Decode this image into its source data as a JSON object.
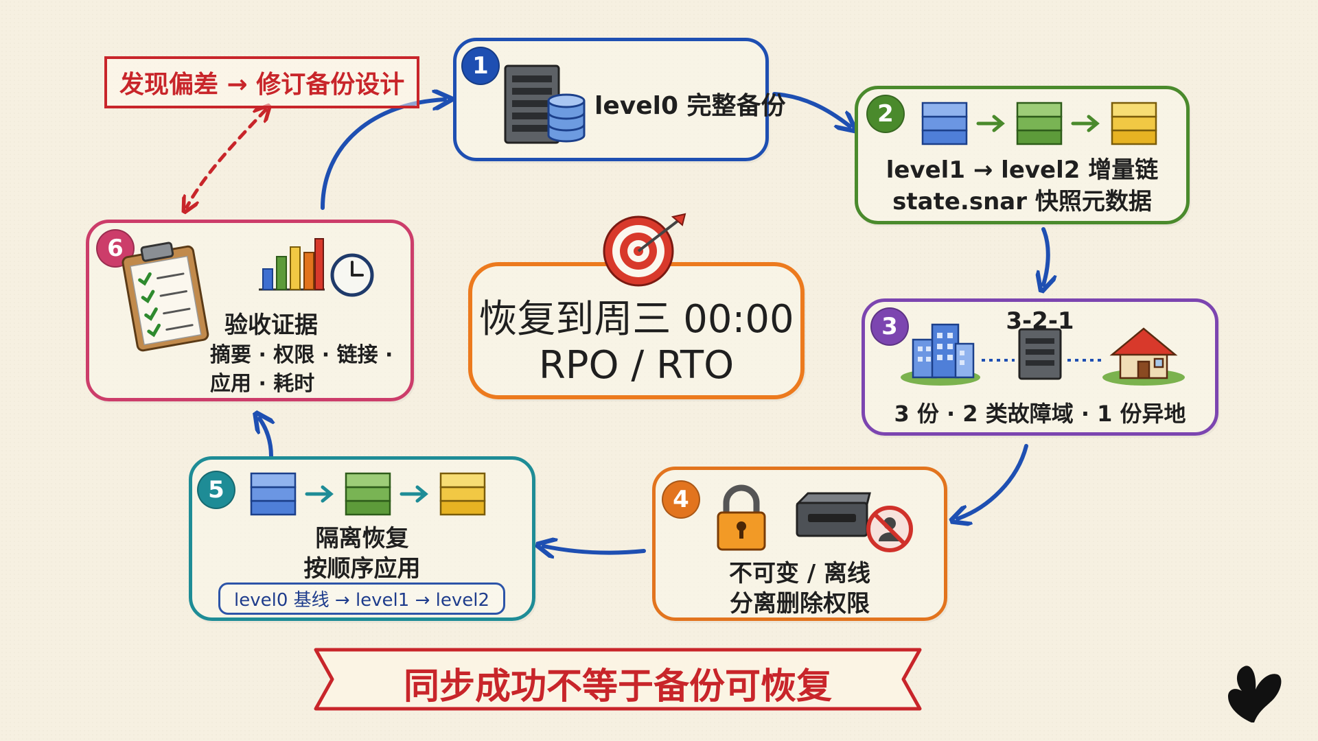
{
  "colors": {
    "blue": "#1e4fb2",
    "green": "#4a8a2c",
    "purple": "#7c45b0",
    "orange": "#e2741e",
    "teal": "#1e8c96",
    "pink": "#cc3d6a",
    "red": "#c8252a",
    "center_orange": "#ec7a1e"
  },
  "note": {
    "text": "发现偏差 → 修订备份设计"
  },
  "center": {
    "line1": "恢复到周三 00:00",
    "line2": "RPO / RTO",
    "icon": "target-icon"
  },
  "steps": [
    {
      "number": "1",
      "label": "level0 完整备份",
      "icons": [
        "server-icon",
        "database-icon"
      ]
    },
    {
      "number": "2",
      "line1": "level1 → level2 增量链",
      "line2": "state.snar 快照元数据",
      "icons": [
        "blue-stack-icon",
        "green-stack-icon",
        "yellow-stack-icon"
      ]
    },
    {
      "number": "3",
      "title": "3-2-1",
      "caption": "3 份 · 2 类故障域 · 1 份异地",
      "icons": [
        "office-building-icon",
        "server-icon",
        "house-icon"
      ]
    },
    {
      "number": "4",
      "line1": "不可变 / 离线",
      "line2": "分离删除权限",
      "icons": [
        "padlock-icon",
        "offline-drive-icon",
        "no-user-icon"
      ]
    },
    {
      "number": "5",
      "line1": "隔离恢复",
      "line2": "按顺序应用",
      "chain": "level0 基线 → level1 → level2",
      "icons": [
        "blue-stack-icon",
        "green-stack-icon",
        "yellow-stack-icon"
      ]
    },
    {
      "number": "6",
      "title": "验收证据",
      "line1": "摘要 · 权限 · 链接 ·",
      "line2": "应用 · 耗时",
      "icons": [
        "clipboard-checklist-icon",
        "bar-chart-icon",
        "clock-icon"
      ]
    }
  ],
  "banner": {
    "text": "同步成功不等于备份可恢复"
  },
  "logo": {
    "icon": "butterfly-logo-icon"
  }
}
